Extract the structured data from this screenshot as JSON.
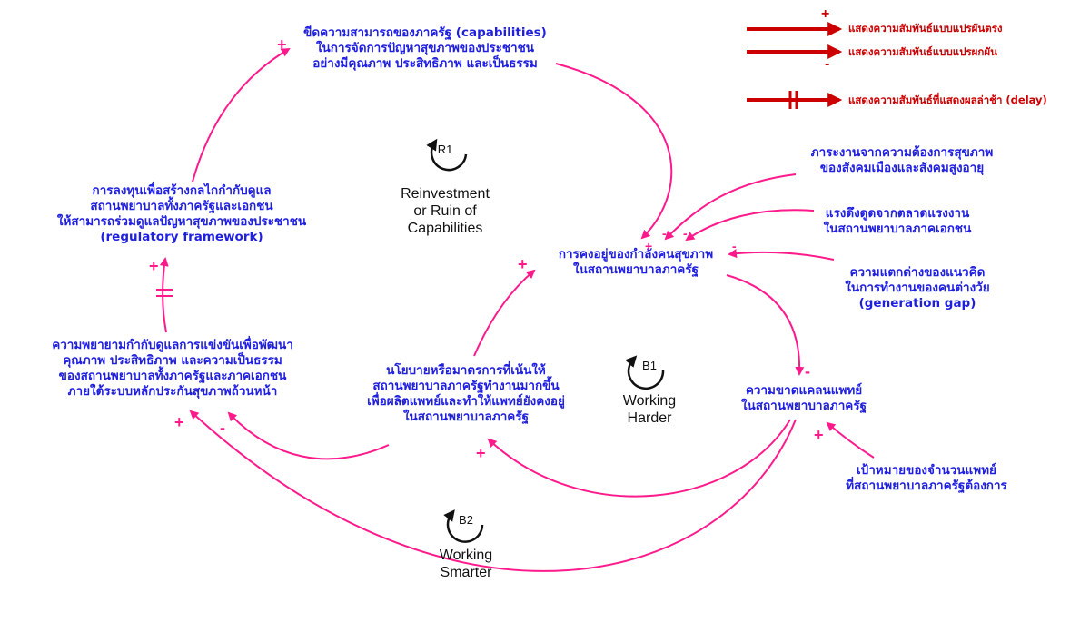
{
  "colors": {
    "node_text": "#1f1fe0",
    "link": "#ff1a8c",
    "legend": "#cc0000",
    "loop_label": "#111111"
  },
  "legend": {
    "positive": {
      "sign": "+",
      "label": "แสดงความสัมพันธ์แบบแปรผันตรง"
    },
    "negative": {
      "sign": "-",
      "label": "แสดงความสัมพันธ์แบบแปรผกผัน"
    },
    "delay": {
      "label": "แสดงความสัมพันธ์ที่แสดงผลล่าช้า (delay)"
    }
  },
  "nodes": {
    "capabilities": [
      "ขีดความสามารถของภาครัฐ (capabilities)",
      "ในการจัดการปัญหาสุขภาพของประชาชน",
      "อย่างมีคุณภาพ ประสิทธิภาพ และเป็นธรรม"
    ],
    "regulatory": [
      "การลงทุนเพื่อสร้างกลไกกำกับดูแล",
      "สถานพยาบาลทั้งภาครัฐและเอกชน",
      "ให้สามารถร่วมดูแลปัญหาสุขภาพของประชาชน",
      "(regulatory framework)"
    ],
    "competition": [
      "ความพยายามกำกับดูแลการแข่งขันเพื่อพัฒนา",
      "คุณภาพ ประสิทธิภาพ และความเป็นธรรม",
      "ของสถานพยาบาลทั้งภาครัฐและภาคเอกชน",
      "ภายใต้ระบบหลักประกันสุขภาพถ้วนหน้า"
    ],
    "policy": [
      "นโยบายหรือมาตรการที่เน้นให้",
      "สถานพยาบาลภาครัฐทำงานมากขึ้น",
      "เพื่อผลิตแพทย์และทำให้แพทย์ยังคงอยู่",
      "ในสถานพยาบาลภาครัฐ"
    ],
    "retention": [
      "การคงอยู่ของกำลังคนสุขภาพ",
      "ในสถานพยาบาลภาครัฐ"
    ],
    "workload": [
      "ภาระงานจากความต้องการสุขภาพ",
      "ของสังคมเมืองและสังคมสูงอายุ"
    ],
    "private_pull": [
      "แรงดึงดูดจากตลาดแรงงาน",
      "ในสถานพยาบาลภาคเอกชน"
    ],
    "generation_gap": [
      "ความแตกต่างของแนวคิด",
      "ในการทำงานของคนต่างวัย",
      "(generation gap)"
    ],
    "shortage": [
      "ความขาดแคลนแพทย์",
      "ในสถานพยาบาลภาครัฐ"
    ],
    "target": [
      "เป้าหมายของจำนวนแพทย์",
      "ที่สถานพยาบาลภาครัฐต้องการ"
    ]
  },
  "loops": {
    "r1": {
      "id": "R1",
      "name": [
        "Reinvestment",
        "or Ruin of",
        "Capabilities"
      ]
    },
    "b1": {
      "id": "B1",
      "name": [
        "Working",
        "Harder"
      ]
    },
    "b2": {
      "id": "B2",
      "name": [
        "Working",
        "Smarter"
      ]
    }
  },
  "links": [
    {
      "from": "regulatory",
      "to": "capabilities",
      "polarity": "+",
      "delay": false
    },
    {
      "from": "capabilities",
      "to": "retention",
      "polarity": "+",
      "delay": false
    },
    {
      "from": "workload",
      "to": "retention",
      "polarity": "-",
      "delay": false
    },
    {
      "from": "private_pull",
      "to": "retention",
      "polarity": "-",
      "delay": false
    },
    {
      "from": "generation_gap",
      "to": "retention",
      "polarity": "-",
      "delay": false
    },
    {
      "from": "retention",
      "to": "shortage",
      "polarity": "-",
      "delay": false
    },
    {
      "from": "target",
      "to": "shortage",
      "polarity": "+",
      "delay": false
    },
    {
      "from": "shortage",
      "to": "policy",
      "polarity": "+",
      "delay": false
    },
    {
      "from": "shortage",
      "to": "competition",
      "polarity": "+",
      "delay": false
    },
    {
      "from": "policy",
      "to": "retention",
      "polarity": "+",
      "delay": false
    },
    {
      "from": "policy",
      "to": "competition",
      "polarity": "-",
      "delay": false
    },
    {
      "from": "competition",
      "to": "regulatory",
      "polarity": "+",
      "delay": true
    }
  ]
}
